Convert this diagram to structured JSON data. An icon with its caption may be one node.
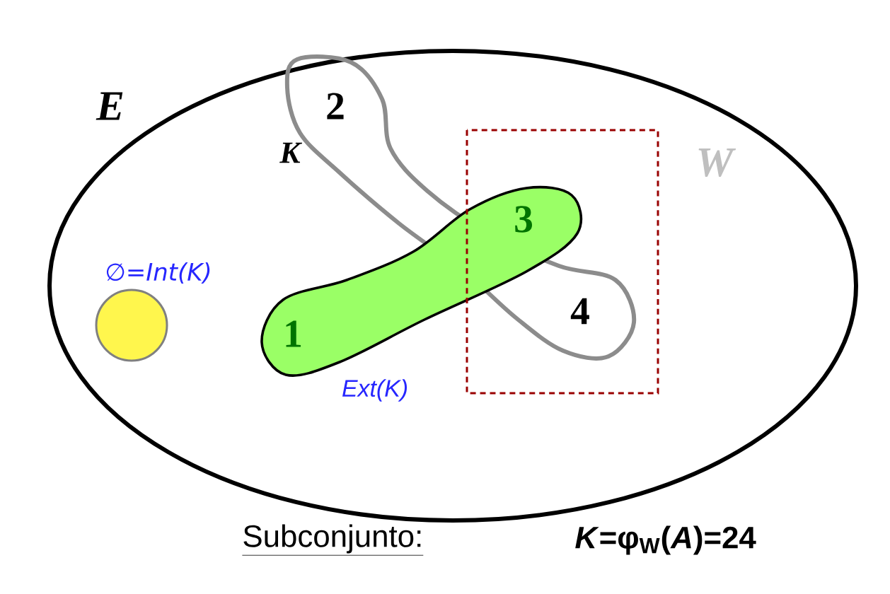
{
  "diagram": {
    "nodes": [
      {
        "text": [
          "E"
        ]
      },
      {
        "text": [
          "K"
        ],
        "in": 0
      },
      {
        "text": [
          "1"
        ],
        "in": 0
      },
      {
        "text": [
          "W"
        ],
        "in": 0
      },
      {
        "text": [],
        "shape": "circle",
        "in": 0,
        "beside": [
          "∅=*Int(K)*"
        ]
      }
    ],
    "labels": [
      "2",
      "3",
      "4",
      "*Ext(K)*",
      "Subconjunto:",
      "*K*=φ$_{W}$(*A*)=24"
    ]
  }
}
